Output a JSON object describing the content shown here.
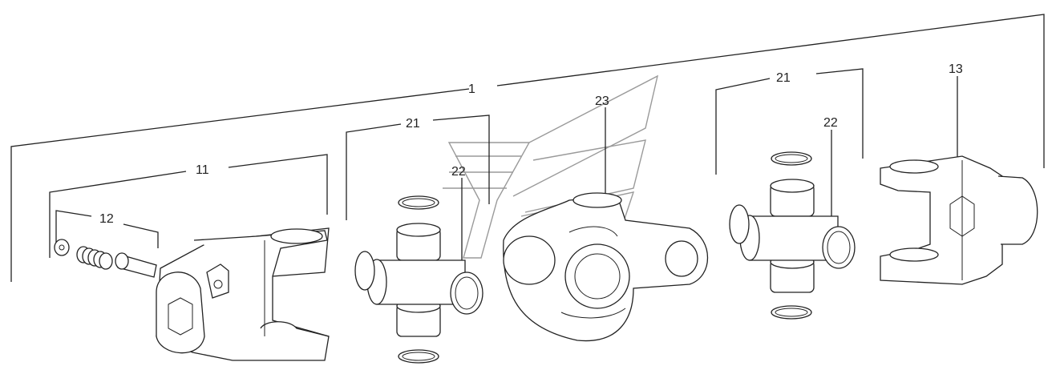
{
  "labels": {
    "l1": "1",
    "l11": "11",
    "l12": "12",
    "l13": "13",
    "l21a": "21",
    "l21b": "21",
    "l22a": "22",
    "l22b": "22",
    "l23": "23"
  },
  "colors": {
    "line": "#222222",
    "watermark": "#9a9a9a",
    "background": "#ffffff"
  }
}
